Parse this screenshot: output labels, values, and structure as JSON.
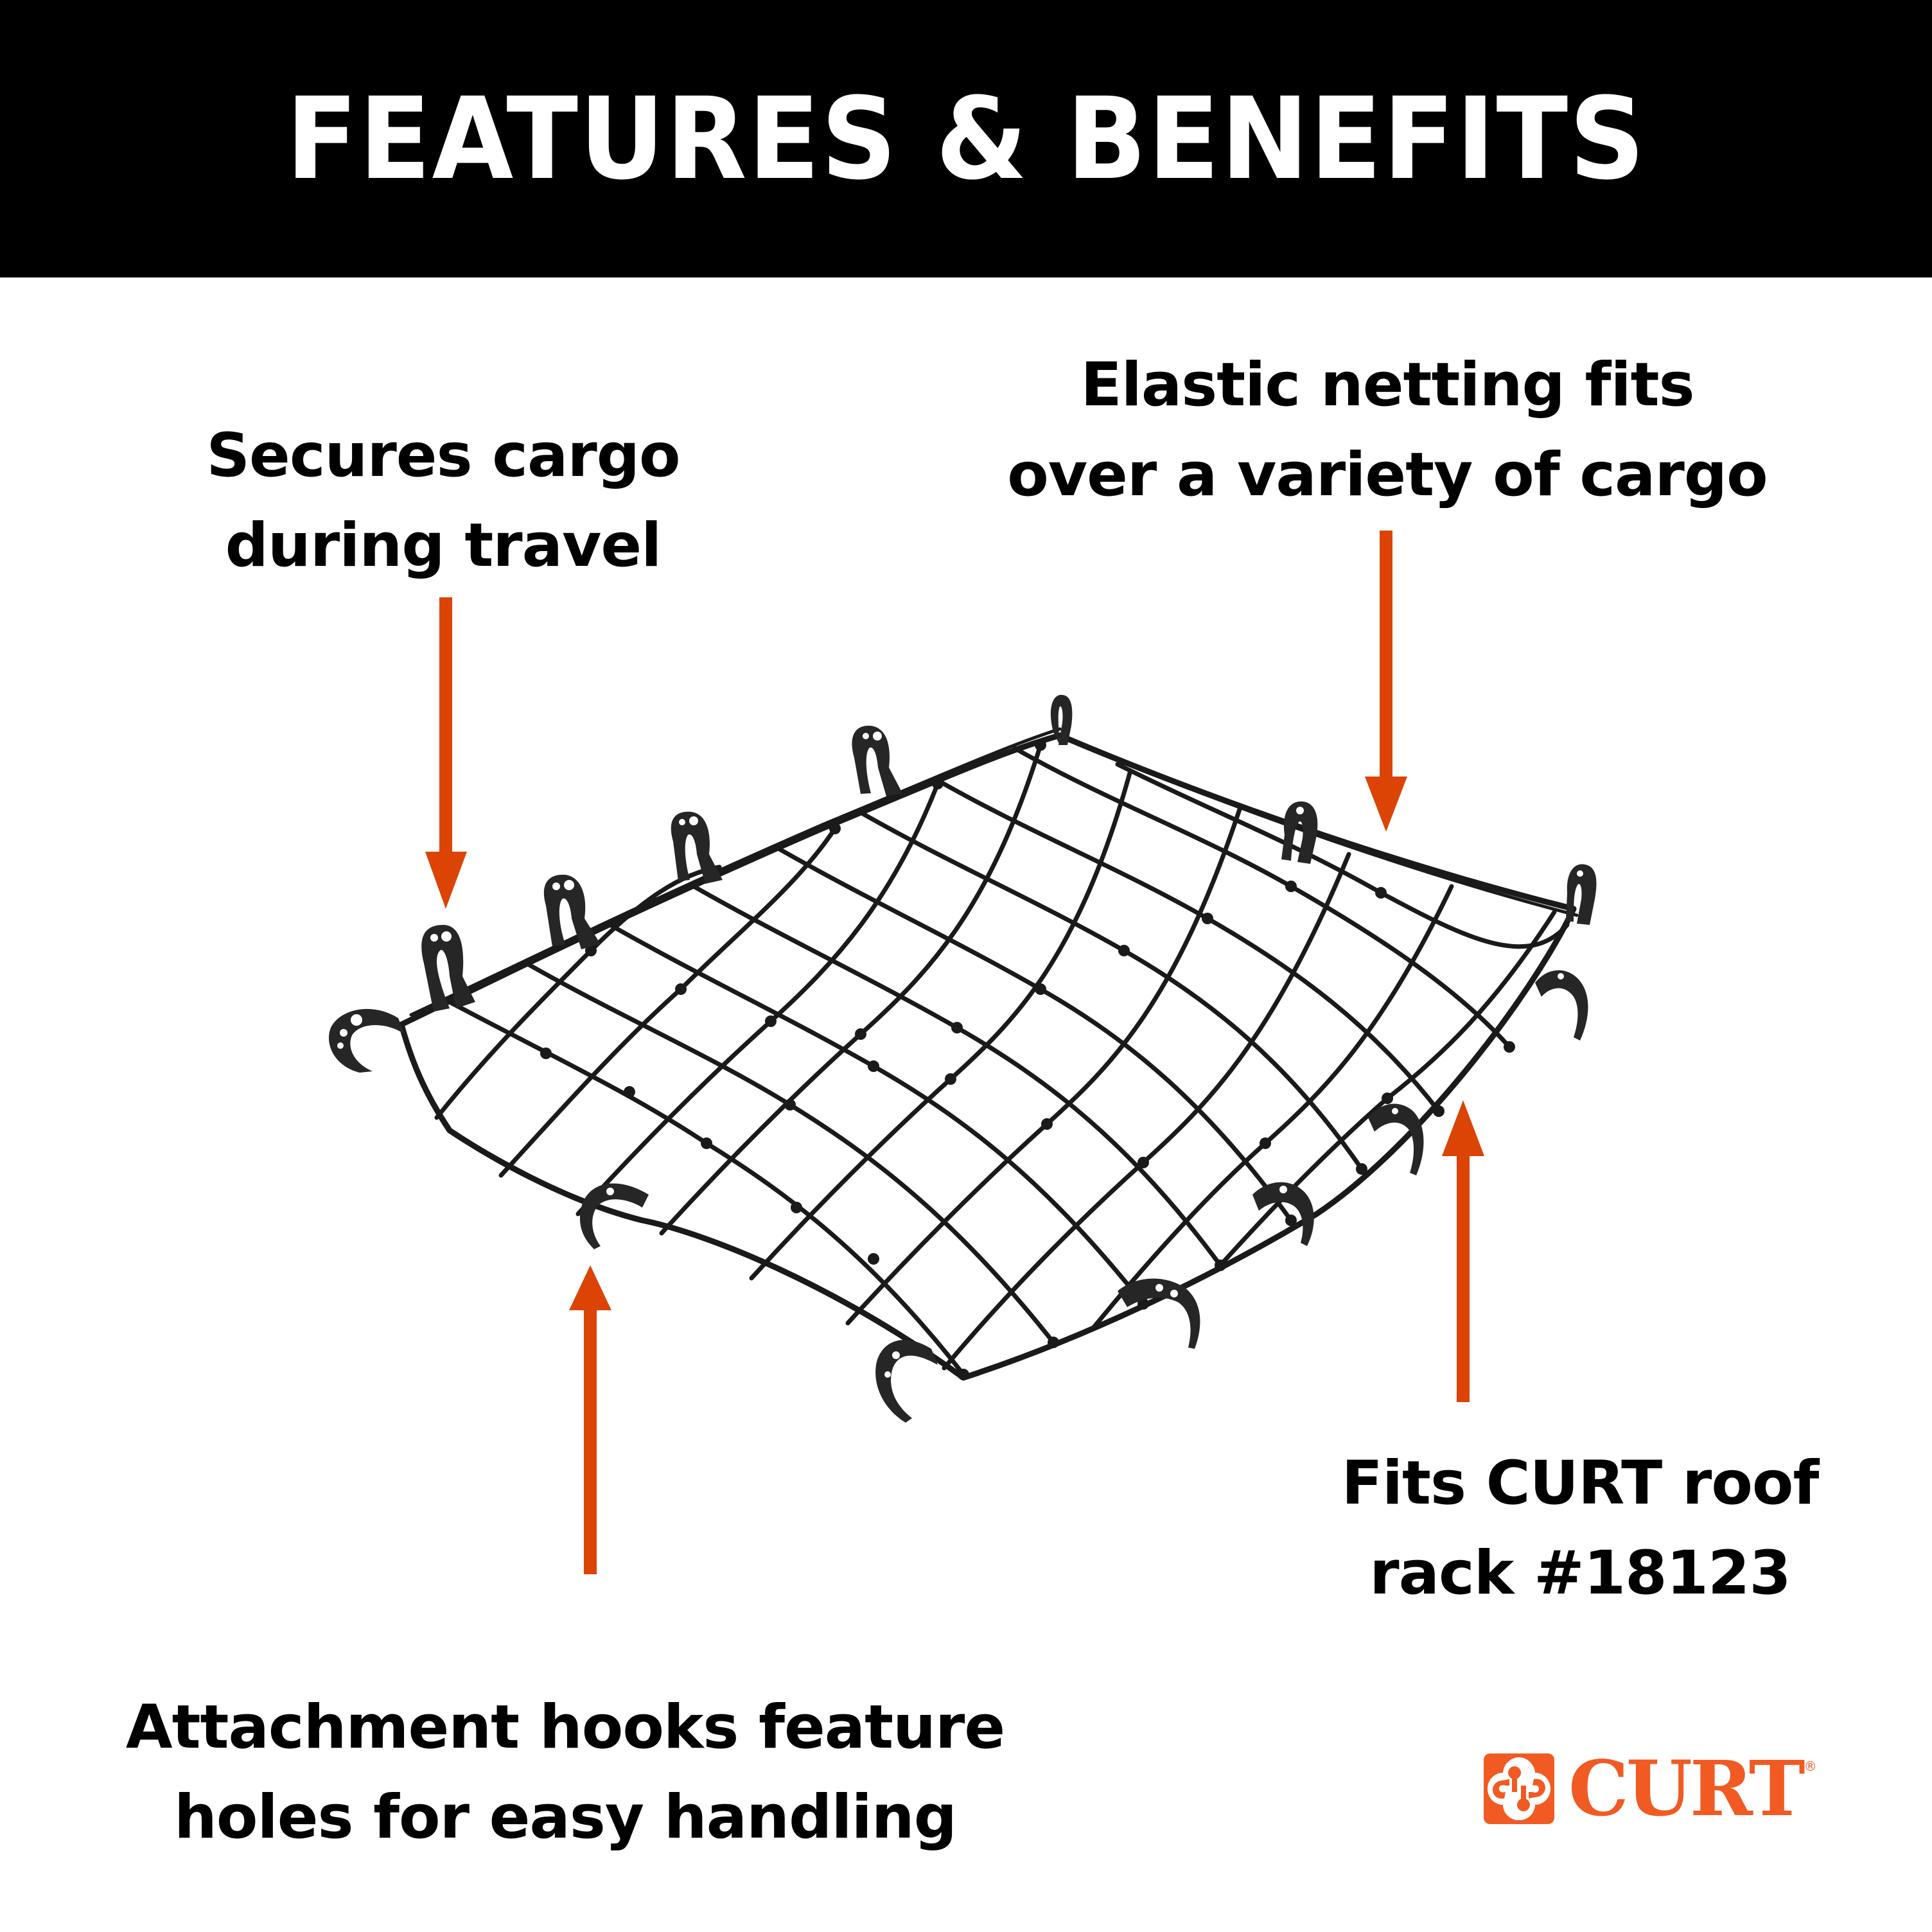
{
  "header": {
    "title": "FEATURES & BENEFITS",
    "background": "#000000",
    "text_color": "#ffffff"
  },
  "callouts": [
    {
      "id": "secures-cargo",
      "lines": [
        "Secures cargo",
        "during travel"
      ],
      "arrow_direction": "down"
    },
    {
      "id": "elastic-netting",
      "lines": [
        "Elastic netting fits",
        "over a variety of cargo"
      ],
      "arrow_direction": "down"
    },
    {
      "id": "fits-roof-rack",
      "lines": [
        "Fits CURT roof",
        "rack #18123"
      ],
      "arrow_direction": "up"
    },
    {
      "id": "attachment-hooks",
      "lines": [
        "Attachment hooks feature",
        "holes for easy handling"
      ],
      "arrow_direction": "up"
    }
  ],
  "colors": {
    "arrow": "#dc4405",
    "brand": "#f15a22",
    "net": "#1a1a1a"
  },
  "product_image": {
    "icon": "cargo-net-illustration"
  },
  "brand": {
    "name": "CURT",
    "registered_mark": "®",
    "icon": "curt-logo-mark-icon"
  }
}
